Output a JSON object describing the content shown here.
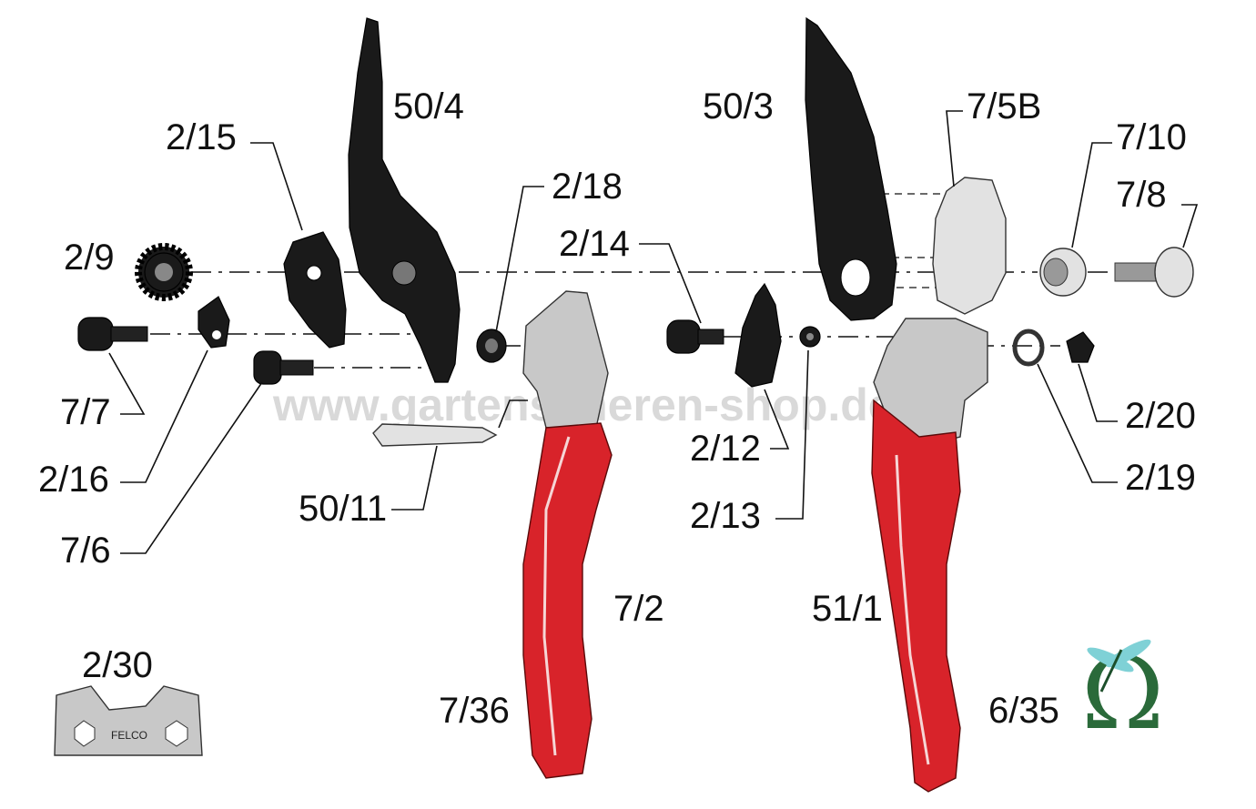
{
  "watermark": "www.gartenscheren-shop.de",
  "labels": {
    "p50_4": "50/4",
    "p50_3": "50/3",
    "p7_5B": "7/5B",
    "p2_15": "2/15",
    "p7_10": "7/10",
    "p2_18": "2/18",
    "p7_8": "7/8",
    "p2_9": "2/9",
    "p2_14": "2/14",
    "p7_7": "7/7",
    "p2_16": "2/16",
    "p7_6": "7/6",
    "p50_11": "50/11",
    "p2_12": "2/12",
    "p2_13": "2/13",
    "p2_20": "2/20",
    "p2_19": "2/19",
    "p7_2": "7/2",
    "p51_1": "51/1",
    "p2_30": "2/30",
    "p7_36": "7/36",
    "p6_35": "6/35"
  },
  "tool_engraving": "FELCO",
  "logo": {
    "name": "omega-dragonfly-logo",
    "glyph": "Ω"
  },
  "colors": {
    "handle_red": "#d8232a",
    "blade_black": "#1a1a1a",
    "metal_grey": "#c8c8c8"
  }
}
